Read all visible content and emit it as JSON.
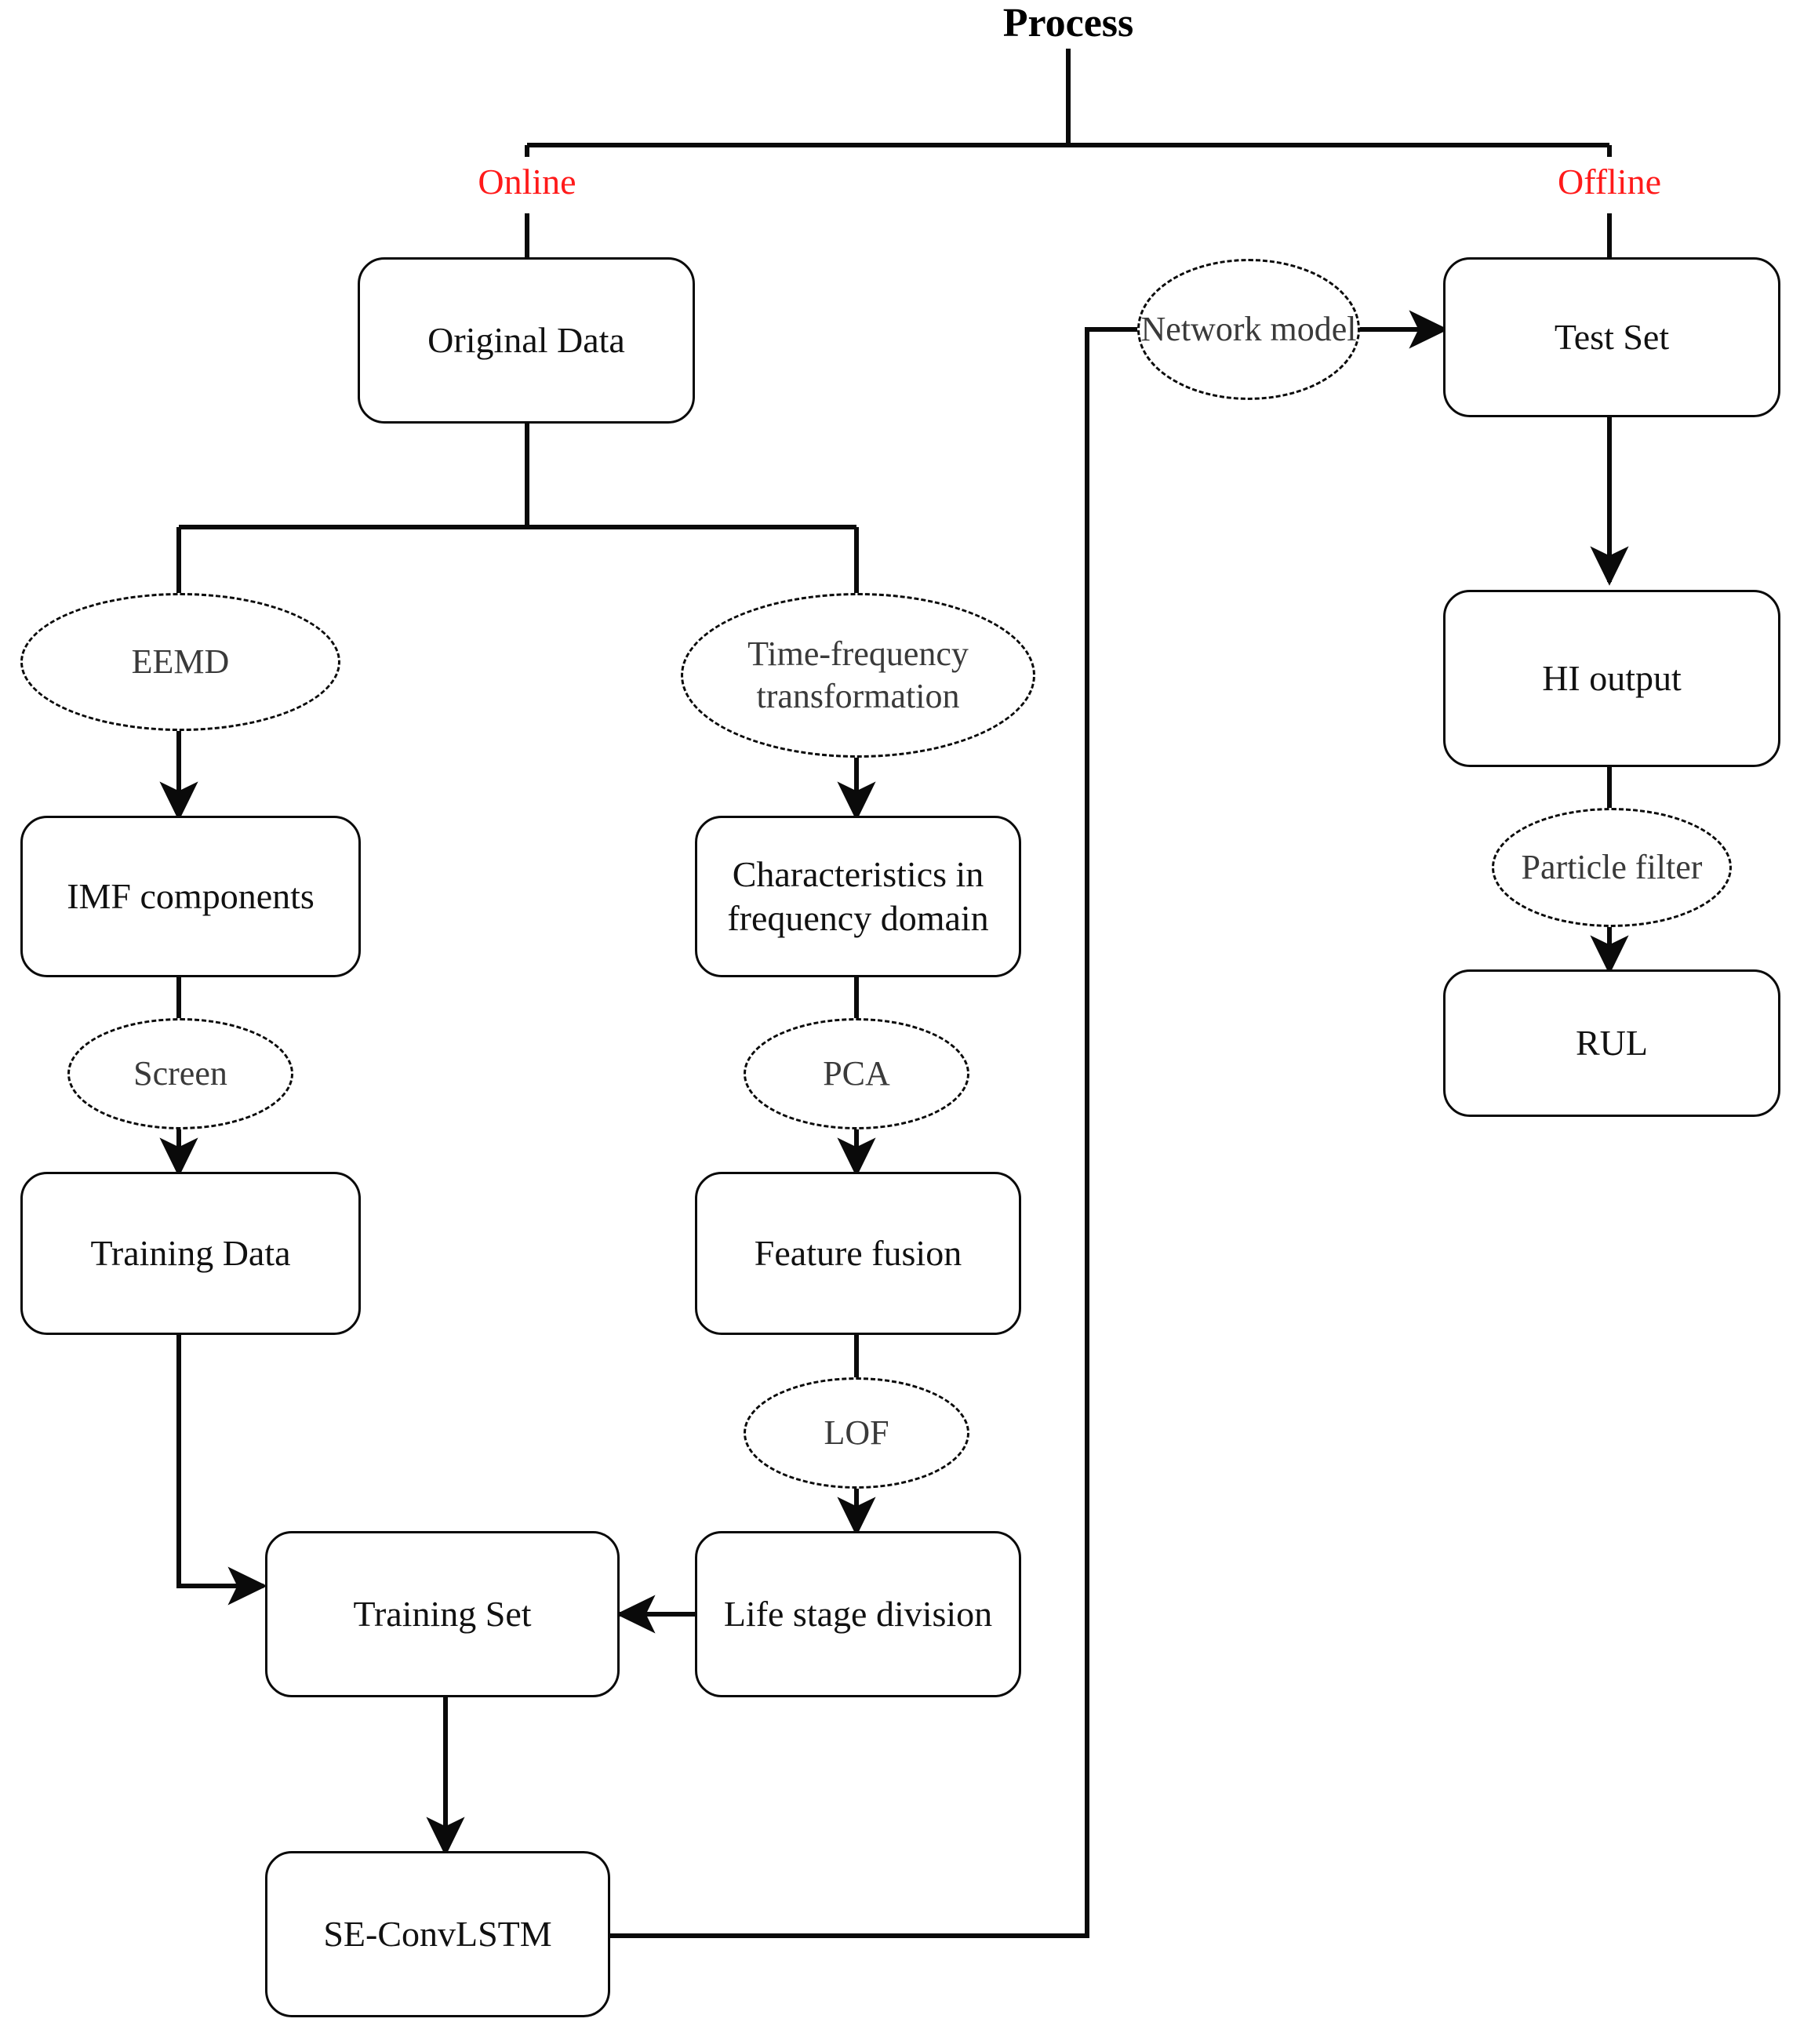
{
  "diagram": {
    "title": "Process",
    "branch_labels": [
      {
        "text": "Online",
        "color": "#ff1a1a"
      },
      {
        "text": "Offline",
        "color": "#ff1a1a"
      }
    ],
    "nodes": {
      "original_data": "Original Data",
      "eemd": "EEMD",
      "time_frequency_transformation": "Time-frequency transformation",
      "imf_components": "IMF components",
      "characteristics_frequency_domain": "Characteristics in frequency domain",
      "screen": "Screen",
      "pca": "PCA",
      "training_data": "Training Data",
      "feature_fusion": "Feature fusion",
      "lof": "LOF",
      "training_set": "Training Set",
      "life_stage_division": "Life stage division",
      "se_convlstm": "SE-ConvLSTM",
      "network_model": "Network model",
      "test_set": "Test Set",
      "hi_output": "HI output",
      "particle_filter": "Particle filter",
      "rul": "RUL"
    },
    "colors": {
      "stroke": "#0a0a0a",
      "text": "#111111",
      "process_text": "#3a3a3a",
      "accent_red": "#ff1a1a",
      "background": "#ffffff"
    }
  }
}
